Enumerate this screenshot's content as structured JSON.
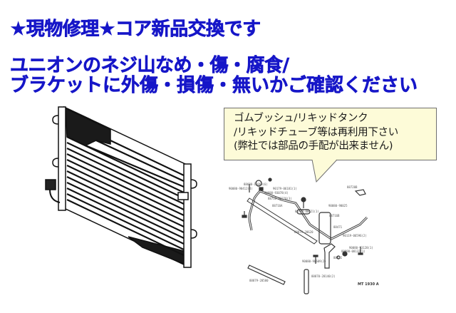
{
  "headlines": {
    "line1": "★現物修理★コア新品交換です",
    "line2": "ユニオンのネジ山なめ・傷・腐食/",
    "line3": "ブラケットに外傷・損傷・無いかご確認ください"
  },
  "callout": {
    "lines": [
      "ゴムブッシュ/リキッドタンク",
      "/リキッドチューブ等は再利用下さい",
      "(弊社では部品の手配が出来ません)"
    ]
  },
  "parts_diagram": {
    "labels": [
      "88680-16060(6)",
      "90080-90412(4)",
      "90179-06181(1)",
      "90080-93078(4)",
      "88718-92220(3)",
      "88716A",
      "88716B",
      "88720B",
      "88718-88621(1)",
      "90080-90025",
      "88879-28620",
      "88471",
      "90119-06596(2)",
      "90080-93128(1)",
      "88898-08132(1)",
      "88472",
      "90080-90609(2)",
      "88879-28580",
      "88870-28140(2)"
    ],
    "drawing_id": "MT 1930 A"
  },
  "colors": {
    "headline": "#1616c8",
    "callout_fill": "#fdfbd8",
    "callout_border": "#6f6f6f"
  }
}
